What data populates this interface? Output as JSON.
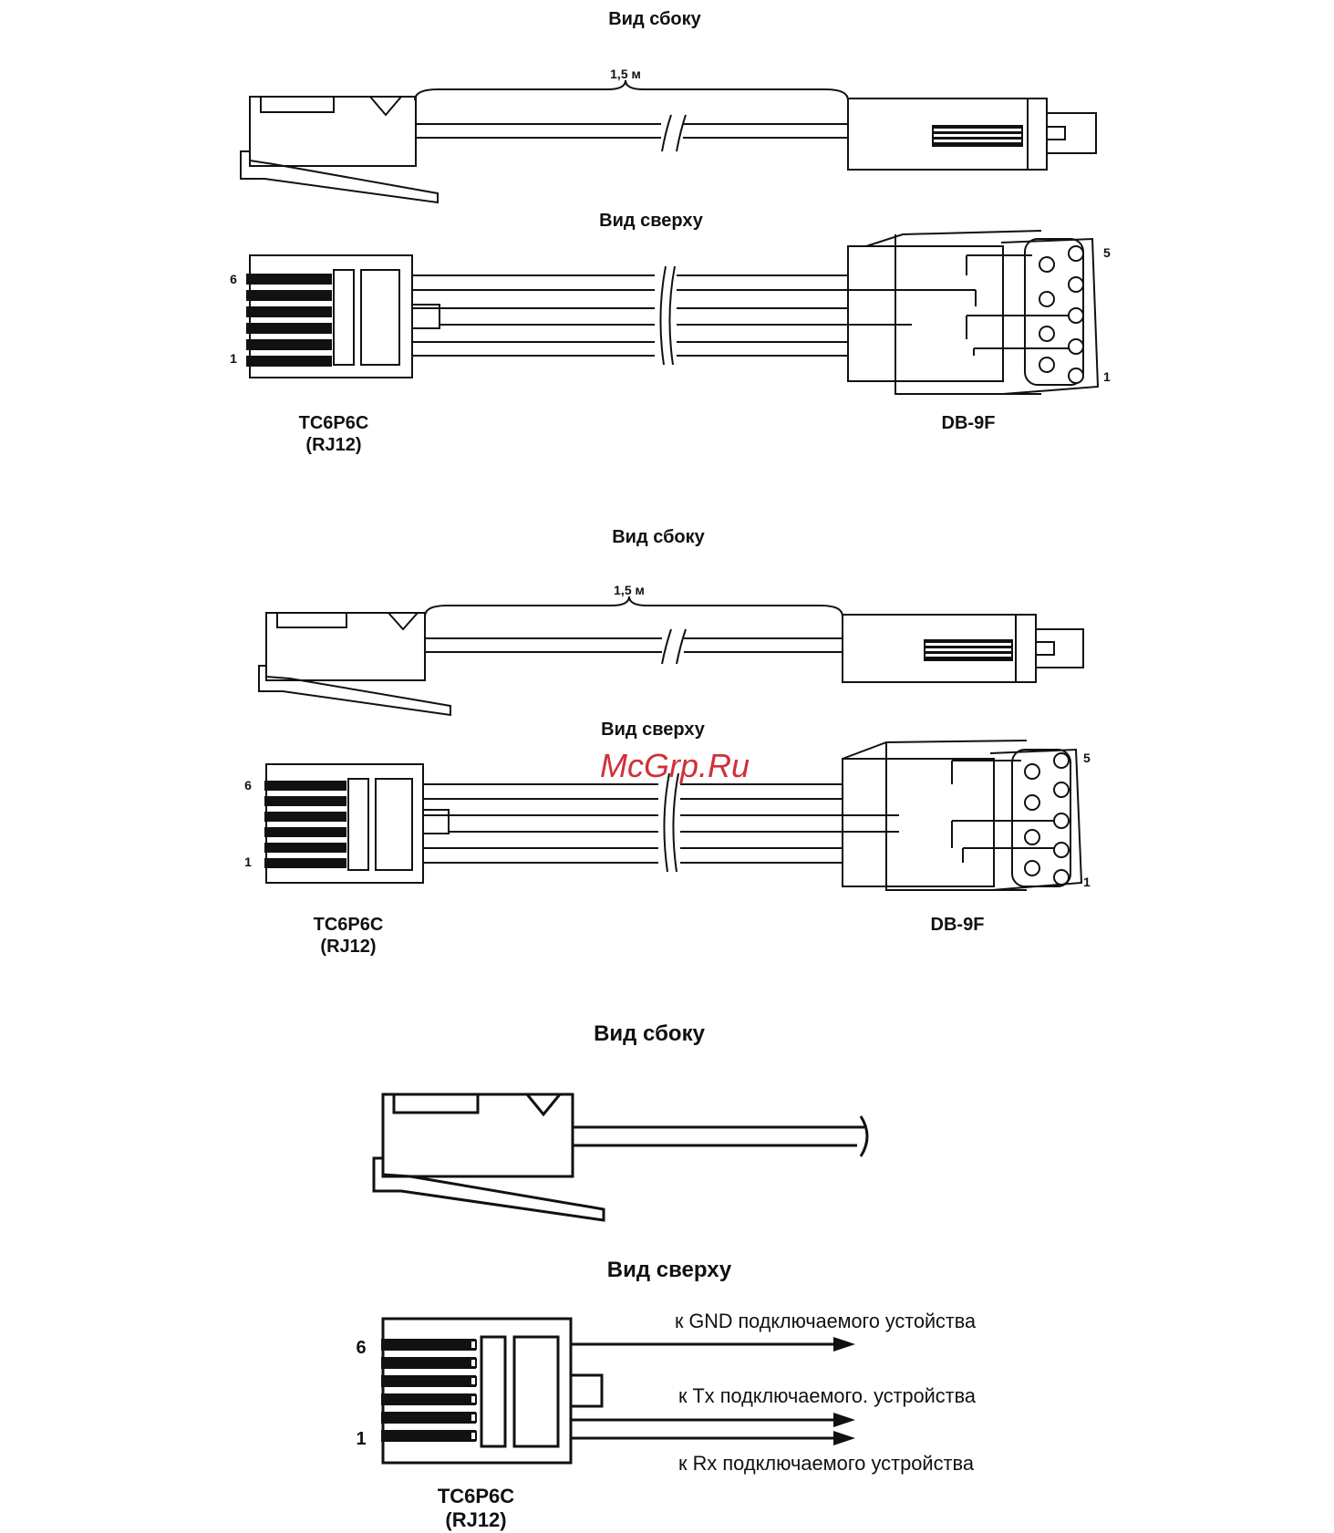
{
  "diagram1": {
    "side_title": "Вид сбоку",
    "length": "1,5 м",
    "top_title": "Вид сверху",
    "rj_pin_top": "6",
    "rj_pin_bottom": "1",
    "rj_label_1": "TC6P6C",
    "rj_label_2": "(RJ12)",
    "db_label": "DB-9F",
    "db_pin_top": "5",
    "db_pin_bottom": "1"
  },
  "diagram2": {
    "side_title": "Вид сбоку",
    "length": "1,5 м",
    "top_title": "Вид сверху",
    "rj_pin_top": "6",
    "rj_pin_bottom": "1",
    "rj_label_1": "TC6P6C",
    "rj_label_2": "(RJ12)",
    "db_label": "DB-9F",
    "db_pin_top": "5",
    "db_pin_bottom": "1"
  },
  "diagram3": {
    "side_title": "Вид сбоку",
    "top_title": "Вид сверху",
    "rj_pin_top": "6",
    "rj_pin_bottom": "1",
    "gnd_label": "к GND подключаемого устойства",
    "tx_label": "к Tx подключаемого. устройства",
    "rx_label": "к Rx подключаемого устройства",
    "rj_label_1": "TC6P6C",
    "rj_label_2": "(RJ12)"
  },
  "watermark": "McGrp.Ru"
}
